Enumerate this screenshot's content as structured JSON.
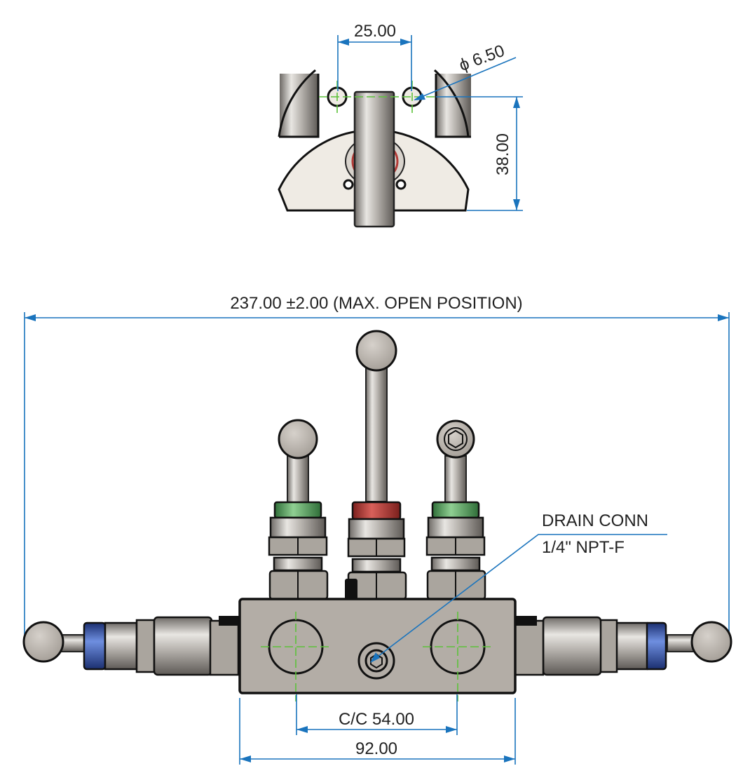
{
  "top_view": {
    "hole_spacing": "25.00",
    "hole_diameter": "ϕ 6.50",
    "height": "38.00"
  },
  "front_view": {
    "overall_length": "237.00 ±2.00 (MAX. OPEN POSITION)",
    "drain_label_line1": "DRAIN CONN",
    "drain_label_line2": "1/4\" NPT-F",
    "center_to_center": "C/C 54.00",
    "body_width": "92.00"
  },
  "colors": {
    "dimension": "#1a74bd",
    "centerline": "#5cc23a",
    "body": "#b3ada6",
    "top_face": "#efebe4",
    "cap_green": "#4f9d55",
    "cap_red": "#b33a36",
    "fitting_blue": "#2c4fa8"
  }
}
